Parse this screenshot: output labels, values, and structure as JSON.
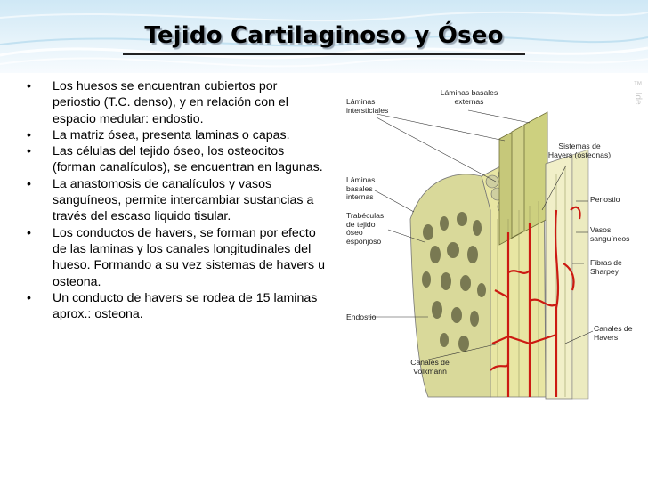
{
  "slide": {
    "title": "Tejido Cartilaginoso y Óseo",
    "bullet_symbol": "•",
    "bullets": [
      "Los huesos se encuentran cubiertos por periostio (T.C. denso), y en relación con el espacio medular: endostio.",
      "La matriz ósea, presenta laminas o capas.",
      "Las células del tejido óseo, los osteocitos (forman canalículos), se encuentran en lagunas.",
      "La anastomosis de canalículos y vasos sanguíneos, permite intercambiar sustancias a través del escaso liquido tisular.",
      "Los conductos de havers, se forman por efecto de las laminas y los canales longitudinales del hueso. Formando a su vez sistemas de havers u osteona.",
      "Un conducto de havers se rodea de 15 laminas aprox.: osteona."
    ]
  },
  "figure": {
    "side_mark": "™ Ide",
    "labels": {
      "laminas_basales_externas": "Láminas basales externas",
      "laminas_intersticiales": "Láminas intersticiales",
      "sistemas_havers": "Sistemas de Havers (osteonas)",
      "laminas_basales_internas": "Láminas basales internas",
      "periostio": "Periostio",
      "trabeculas": "Trabéculas de tejido óseo esponjoso",
      "vasos": "Vasos sanguíneos",
      "fibras": "Fibras de Sharpey",
      "endostio": "Endostio",
      "canales_havers": "Canales de Havers",
      "canales_volkmann": "Canales de Volkmann"
    }
  },
  "colors": {
    "bone_yellow": "#e8e6a3",
    "bone_green": "#c6c87a",
    "vessel_red": "#cc1a12",
    "header_blue": "#cfe8f6"
  }
}
